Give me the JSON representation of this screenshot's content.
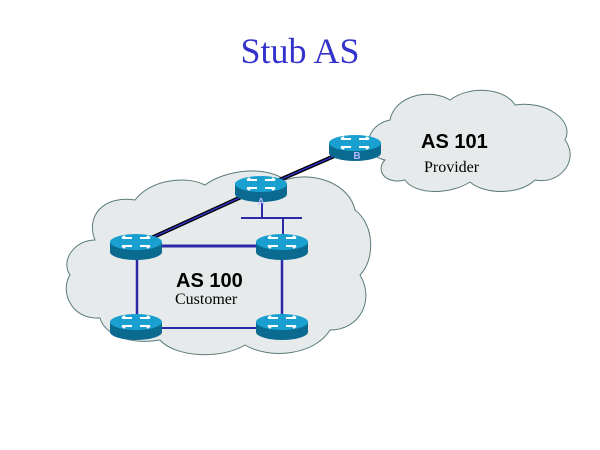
{
  "title": "Stub AS",
  "provider": {
    "as_label": "AS 101",
    "role": "Provider",
    "router_label": "B"
  },
  "customer": {
    "as_label": "AS 100",
    "role": "Customer",
    "router_label": "A"
  },
  "colors": {
    "title": "#3333cc",
    "cloud": "#e6eaea",
    "cloud_stroke": "#5a7a7a",
    "link": "#2a2aa8",
    "router_top": "#1aa0d0",
    "router_side": "#0a6a90"
  }
}
